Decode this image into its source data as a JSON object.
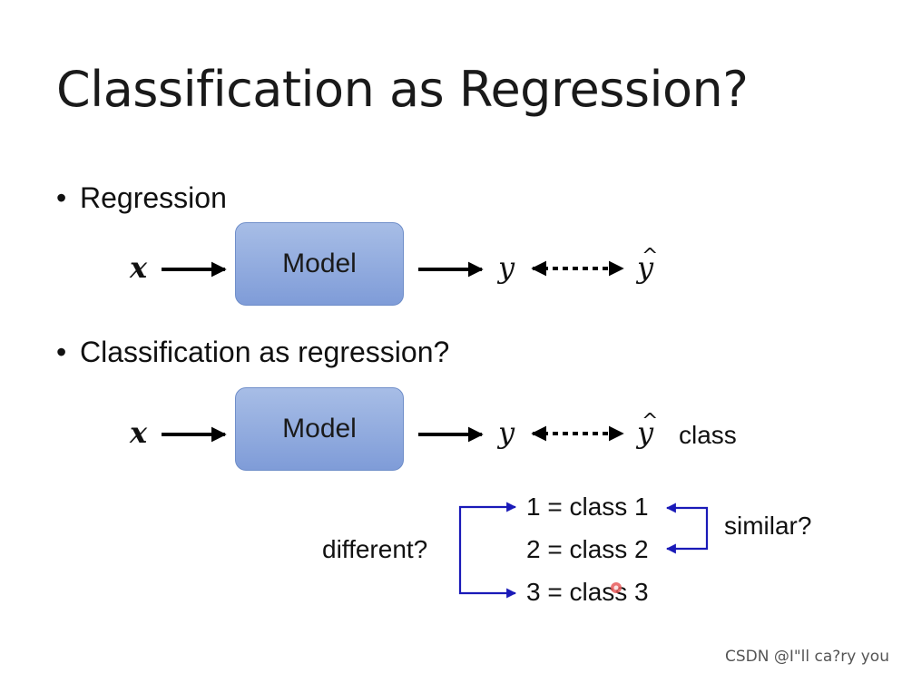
{
  "title": "Classification as Regression?",
  "bullets": [
    {
      "label": "Regression"
    },
    {
      "label": "Classification as regression?"
    }
  ],
  "diagram_regression": {
    "input": "x",
    "model": "Model",
    "output": "y",
    "target": "y"
  },
  "diagram_classification": {
    "input": "x",
    "model": "Model",
    "output": "y",
    "target": "y",
    "target_note": "class"
  },
  "class_list": [
    "1 = class 1",
    "2 = class 2",
    "3 = class 3"
  ],
  "annotations": {
    "different": "different?",
    "similar": "similar?"
  },
  "watermark": "CSDN @I\"ll  ca?ry  you",
  "colors": {
    "model_fill": "#8aa6dd",
    "bracket": "#1a1ab8",
    "arrow": "#000000"
  }
}
